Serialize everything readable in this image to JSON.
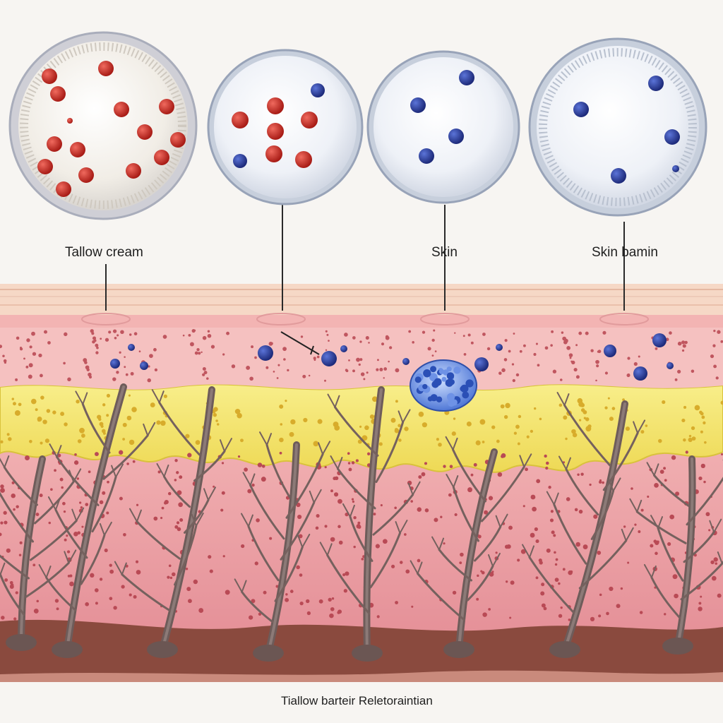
{
  "labels": {
    "tallow_cream": "Tallow cream",
    "skin": "Skin",
    "skin_balm": "Skin bamin"
  },
  "caption": "Tiallow barteir Reletoraintian",
  "colors": {
    "background": "#f7f5f2",
    "lipid_particle": "#c62a22",
    "active_particle": "#2b3e9e",
    "stratum_corneum": "#f0c9b8",
    "epidermis": "#f4b6b8",
    "fat_layer": "#f3e46b",
    "dermis": "#e99aa0",
    "hair_root": "#6e5c5a"
  },
  "circles": [
    {
      "name": "tallow-cream-circle",
      "particles": [
        "lipid"
      ]
    },
    {
      "name": "mixed-circle",
      "particles": [
        "lipid",
        "active"
      ]
    },
    {
      "name": "skin-circle",
      "particles": [
        "active"
      ]
    },
    {
      "name": "skin-balm-circle",
      "particles": [
        "active"
      ]
    }
  ]
}
